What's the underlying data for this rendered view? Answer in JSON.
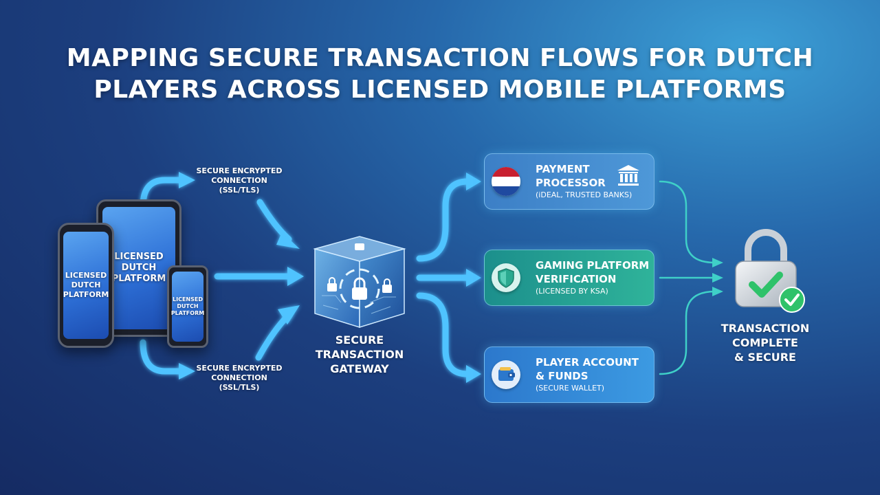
{
  "title": {
    "line1": "MAPPING SECURE TRANSACTION FLOWS FOR DUTCH",
    "line2": "PLAYERS ACROSS LICENSED MOBILE PLATFORMS"
  },
  "devices": {
    "tablet_label": "LICENSED\nDUTCH\nPLATFORM",
    "phone_left_label": "LICENSED\nDUTCH\nPLATFORM",
    "phone_right_label": "LICENSED\nDUTCH\nPLATFORM"
  },
  "connections": {
    "top": {
      "line1": "SECURE ENCRYPTED",
      "line2": "CONNECTION",
      "line3": "(SSL/TLS)"
    },
    "bottom": {
      "line1": "SECURE ENCRYPTED",
      "line2": "CONNECTION",
      "line3": "(SSL/TLS)"
    }
  },
  "gateway": {
    "line1": "SECURE",
    "line2": "TRANSACTION",
    "line3": "GATEWAY",
    "icon": "lock-cube-icon"
  },
  "cards": {
    "payment": {
      "line1": "PAYMENT",
      "line2": "PROCESSOR",
      "sub": "(iDEAL, TRUSTED BANKS)",
      "icon": "netherlands-flag-icon",
      "badge": "bank-icon"
    },
    "gaming": {
      "line1": "GAMING PLATFORM",
      "line2": "VERIFICATION",
      "sub": "(LICENSED BY KSA)",
      "icon": "shield-icon"
    },
    "account": {
      "line1": "PLAYER ACCOUNT",
      "line2": "& FUNDS",
      "sub": "(SECURE WALLET)",
      "icon": "wallet-icon"
    }
  },
  "complete": {
    "line1": "TRANSACTION",
    "line2": "COMPLETE",
    "line3": "& SECURE",
    "icon": "padlock-check-icon"
  },
  "colors": {
    "arrow": "#4fc3ff",
    "teal_line": "#3fd0c8",
    "check": "#2fc26a"
  }
}
